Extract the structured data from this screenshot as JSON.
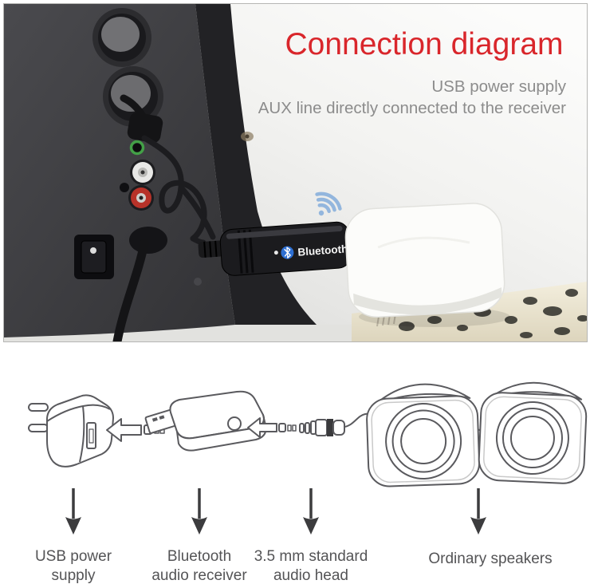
{
  "header": {
    "title": "Connection diagram",
    "subtitle_line1": "USB power supply",
    "subtitle_line2": "AUX line directly connected to the receiver"
  },
  "photo": {
    "dongle_label": "Bluetooth"
  },
  "diagram": {
    "steps": [
      {
        "name": "usb-power-supply",
        "lines": [
          "USB power",
          "supply"
        ]
      },
      {
        "name": "bluetooth-audio-receiver",
        "lines": [
          "Bluetooth",
          "audio receiver"
        ]
      },
      {
        "name": "audio-head",
        "lines": [
          "3.5 mm standard",
          "audio head"
        ]
      },
      {
        "name": "ordinary-speakers",
        "lines": [
          "Ordinary speakers"
        ]
      }
    ]
  },
  "colors": {
    "title_red": "#d9262b",
    "subtitle_gray": "#8c8c8c",
    "label_gray": "#545456",
    "wireless_blue": "#93b6dd",
    "bluetooth_logo_blue": "#2d6fd3"
  }
}
